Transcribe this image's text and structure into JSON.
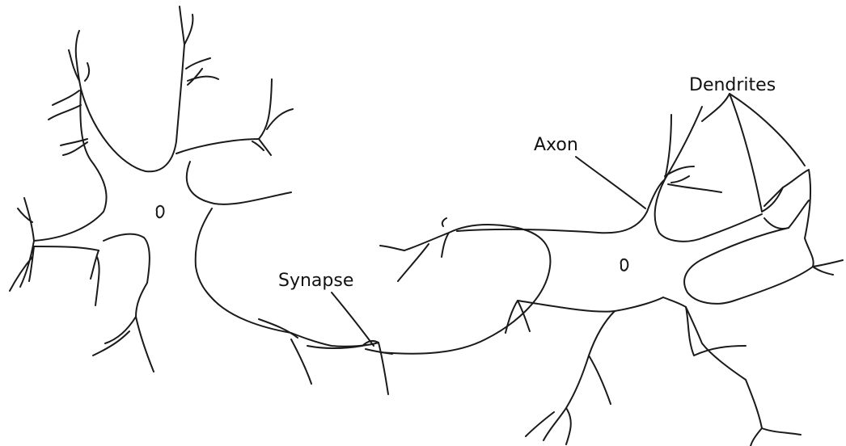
{
  "labels": {
    "dendrites": "Dendrites",
    "axon": "Axon",
    "synapse": "Synapse"
  },
  "colors": {
    "line": "#1a1a1a",
    "text": "#111111",
    "background": "#ffffff"
  }
}
